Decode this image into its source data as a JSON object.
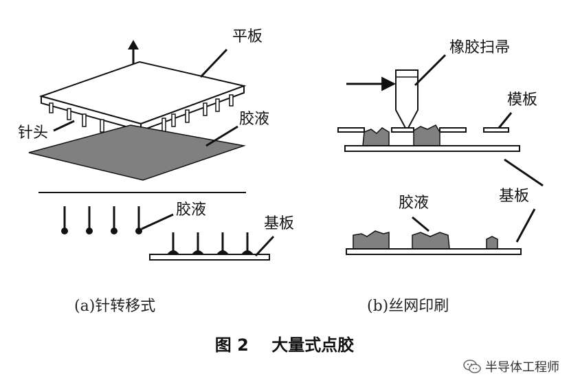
{
  "labels": {
    "plate": "平板",
    "needle_head": "针头",
    "glue_top": "胶液",
    "glue_mid": "胶液",
    "substrate_a": "基板",
    "squeegee": "橡胶扫帚",
    "stencil": "模板",
    "glue_b": "胶液",
    "substrate_b": "基板"
  },
  "captions": {
    "a": "(a)针转移式",
    "b": "(b)丝网印刷"
  },
  "figure_title": "图 2    大量式点胶",
  "watermark": "半导体工程师",
  "colors": {
    "ink": "#111111",
    "glue": "#808080",
    "plate": "#ffffff"
  }
}
